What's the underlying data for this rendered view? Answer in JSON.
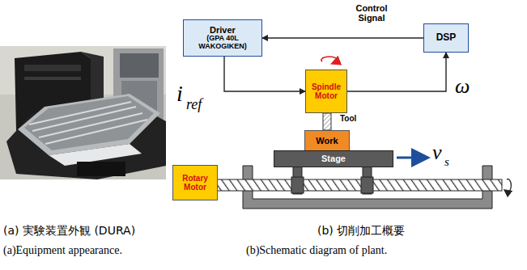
{
  "diagram": {
    "nodes": [
      {
        "text": [
          "Driver",
          "(GPA 40L WAKOGIKEN)"
        ]
      },
      {
        "text": [
          "DSP"
        ]
      },
      {
        "text": [
          "Spindle Motor"
        ]
      },
      {
        "text": [
          "Work"
        ]
      },
      {
        "text": [
          "Stage"
        ]
      },
      {
        "text": [
          "Rotary Motor"
        ]
      }
    ],
    "edges": [
      {
        "from": 1,
        "to": 0,
        "label": "Control Signal",
        "arrow": "to"
      },
      {
        "from": 0,
        "to": 2,
        "arrow": "to"
      },
      {
        "from": 2,
        "to": 1,
        "arrow": "to"
      }
    ],
    "labels": [
      "i",
      "ref",
      "ω",
      "Tool",
      "v",
      "s",
      "(a) 実験装置外観 (DURA)",
      "(a)Equipment appearance.",
      "(b) 切削加工概要",
      "(b)Schematic diagram of plant."
    ]
  }
}
